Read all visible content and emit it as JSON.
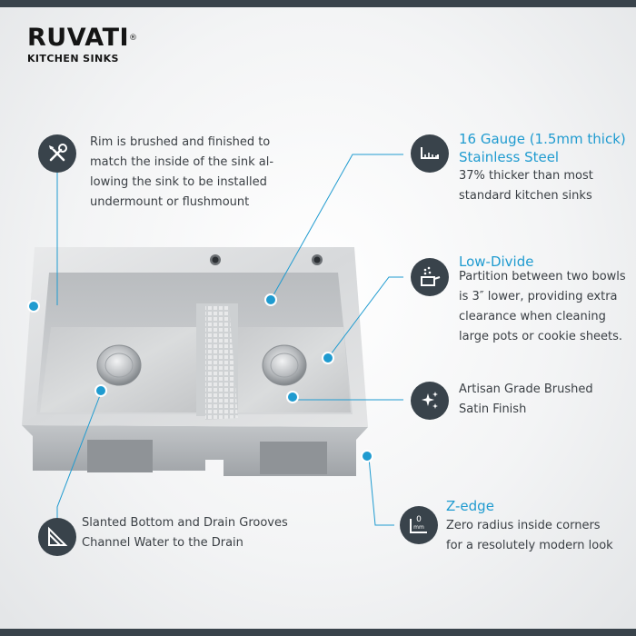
{
  "brand": {
    "name": "RUVATI",
    "registered": "®",
    "tagline": "KITCHEN SINKS"
  },
  "colors": {
    "accent": "#1f9bd0",
    "badge": "#39434b",
    "text": "#3a3f44"
  },
  "features": {
    "rim": {
      "icon": "tools-icon",
      "text_lines": [
        "Rim is brushed and finished to",
        "match the inside of the sink al-",
        "lowing the sink to be installed",
        "undermount or flushmount"
      ]
    },
    "gauge": {
      "icon": "gauge-ruler-icon",
      "title_lines": [
        "16 Gauge (1.5mm thick)",
        "Stainless Steel"
      ],
      "text_lines": [
        "37% thicker than most",
        "standard kitchen sinks"
      ]
    },
    "low_divide": {
      "icon": "low-divide-icon",
      "title": "Low-Divide",
      "text_lines": [
        "Partition between two bowls",
        "is 3″ lower, providing extra",
        "clearance when cleaning",
        "large pots or cookie sheets."
      ]
    },
    "finish": {
      "icon": "sparkle-icon",
      "text_lines": [
        "Artisan Grade Brushed",
        "Satin Finish"
      ]
    },
    "drain": {
      "icon": "slanted-bottom-icon",
      "text_lines": [
        "Slanted Bottom and Drain Grooves",
        "Channel Water to the Drain"
      ]
    },
    "zedge": {
      "icon": "zero-radius-icon",
      "title": "Z-edge",
      "icon_label": "0",
      "icon_unit": "mm",
      "text_lines": [
        "Zero radius inside corners",
        "for a resolutely modern look"
      ]
    }
  }
}
